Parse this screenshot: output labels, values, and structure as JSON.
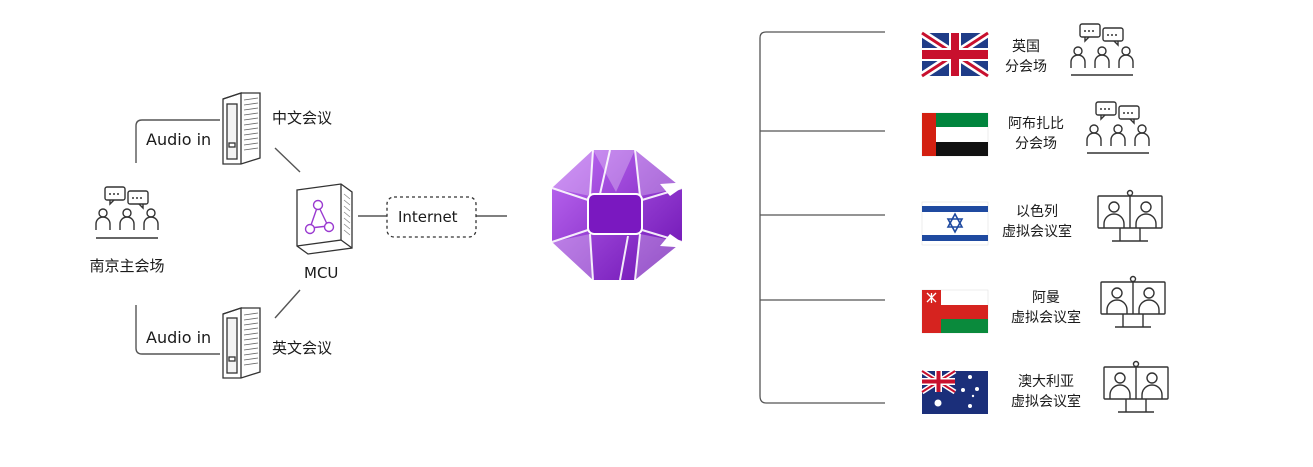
{
  "left": {
    "main_venue": "南京主会场",
    "audio_in_top": "Audio in",
    "audio_in_bottom": "Audio in",
    "chinese_conference": "中文会议",
    "english_conference": "英文会议",
    "mcu": "MCU",
    "internet": "Internet"
  },
  "right": {
    "sites": [
      {
        "line1": "英国",
        "line2": "分会场",
        "flag": "uk-flag",
        "icon": "meeting-group-icon"
      },
      {
        "line1": "阿布扎比",
        "line2": "分会场",
        "flag": "uae-flag",
        "icon": "meeting-group-icon"
      },
      {
        "line1": "以色列",
        "line2": "虚拟会议室",
        "flag": "israel-flag",
        "icon": "video-terminal-icon"
      },
      {
        "line1": "阿曼",
        "line2": "虚拟会议室",
        "flag": "oman-flag",
        "icon": "video-terminal-icon"
      },
      {
        "line1": "澳大利亚",
        "line2": "虚拟会议室",
        "flag": "australia-flag",
        "icon": "video-terminal-icon"
      }
    ]
  },
  "colors": {
    "brand_purple": "#8a1ec8",
    "brand_purple_light": "#b65cf0",
    "line_gray": "#555555"
  }
}
